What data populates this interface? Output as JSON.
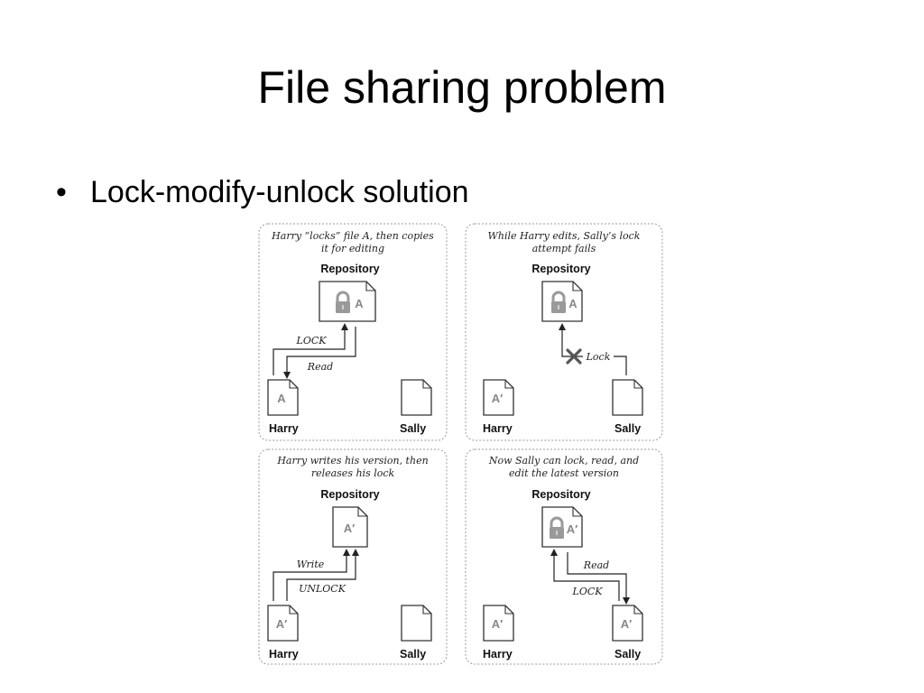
{
  "title": "File sharing problem",
  "bullet": "Lock-modify-unlock solution",
  "colors": {
    "lock": "#9a9a9a",
    "doc_fill": "#ffffff",
    "doc_stroke": "#333333",
    "panel_border": "#999999",
    "x_mark": "#555555"
  },
  "panels": [
    {
      "caption": [
        "Harry “locks” file A, then copies",
        "it for editing"
      ],
      "repository": "Repository",
      "repo_doc": "A",
      "repo_locked": true,
      "harry": "Harry",
      "harry_doc": "A",
      "sally": "Sally",
      "sally_doc": "",
      "arrow_labels": [
        "LOCK",
        "Read"
      ]
    },
    {
      "caption": [
        "While Harry edits, Sally’s lock",
        "attempt fails"
      ],
      "repository": "Repository",
      "repo_doc": "A",
      "repo_locked": true,
      "harry": "Harry",
      "harry_doc": "A′",
      "sally": "Sally",
      "sally_doc": "",
      "arrow_labels": [
        "Lock"
      ]
    },
    {
      "caption": [
        "Harry writes his version, then",
        "releases his lock"
      ],
      "repository": "Repository",
      "repo_doc": "A′",
      "repo_locked": false,
      "harry": "Harry",
      "harry_doc": "A′",
      "sally": "Sally",
      "sally_doc": "",
      "arrow_labels": [
        "Write",
        "UNLOCK"
      ]
    },
    {
      "caption": [
        "Now Sally can lock, read, and",
        "edit the latest version"
      ],
      "repository": "Repository",
      "repo_doc": "A′",
      "repo_locked": true,
      "harry": "Harry",
      "harry_doc": "A′",
      "sally": "Sally",
      "sally_doc": "A′",
      "arrow_labels": [
        "Read",
        "LOCK"
      ]
    }
  ]
}
